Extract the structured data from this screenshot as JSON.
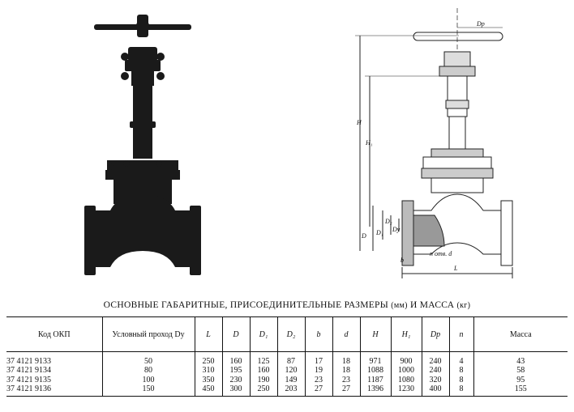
{
  "caption": {
    "main": "ОСНОВНЫЕ ГАБАРИТНЫЕ, ПРИСОЕДИНИТЕЛЬНЫЕ РАЗМЕРЫ",
    "units_mm": "(мм)",
    "conj": "И МАССА",
    "units_kg": "(кг)"
  },
  "drawing_labels": {
    "dp": "Dр",
    "h": "H",
    "h1": "H₁",
    "d": "D",
    "d1": "D₁",
    "d2": "D₂",
    "dy": "Dу",
    "b": "b",
    "l": "L",
    "note": "п отв. d"
  },
  "table": {
    "headers": [
      "Код ОКП",
      "Условный проход Dу",
      "L",
      "D",
      "D₁",
      "D₂",
      "b",
      "d",
      "H",
      "H₁",
      "Dр",
      "n",
      "Масса"
    ],
    "columns": [
      [
        "37 4121 9133",
        "37 4121 9134",
        "37 4121 9135",
        "37 4121 9136"
      ],
      [
        "50",
        "80",
        "100",
        "150"
      ],
      [
        "250",
        "310",
        "350",
        "450"
      ],
      [
        "160",
        "195",
        "230",
        "300"
      ],
      [
        "125",
        "160",
        "190",
        "250"
      ],
      [
        "87",
        "120",
        "149",
        "203"
      ],
      [
        "17",
        "19",
        "23",
        "27"
      ],
      [
        "18",
        "18",
        "23",
        "27"
      ],
      [
        "971",
        "1088",
        "1187",
        "1396"
      ],
      [
        "900",
        "1000",
        "1080",
        "1230"
      ],
      [
        "240",
        "240",
        "320",
        "400"
      ],
      [
        "4",
        "8",
        "8",
        "8"
      ],
      [
        "43",
        "58",
        "95",
        "155"
      ]
    ]
  }
}
